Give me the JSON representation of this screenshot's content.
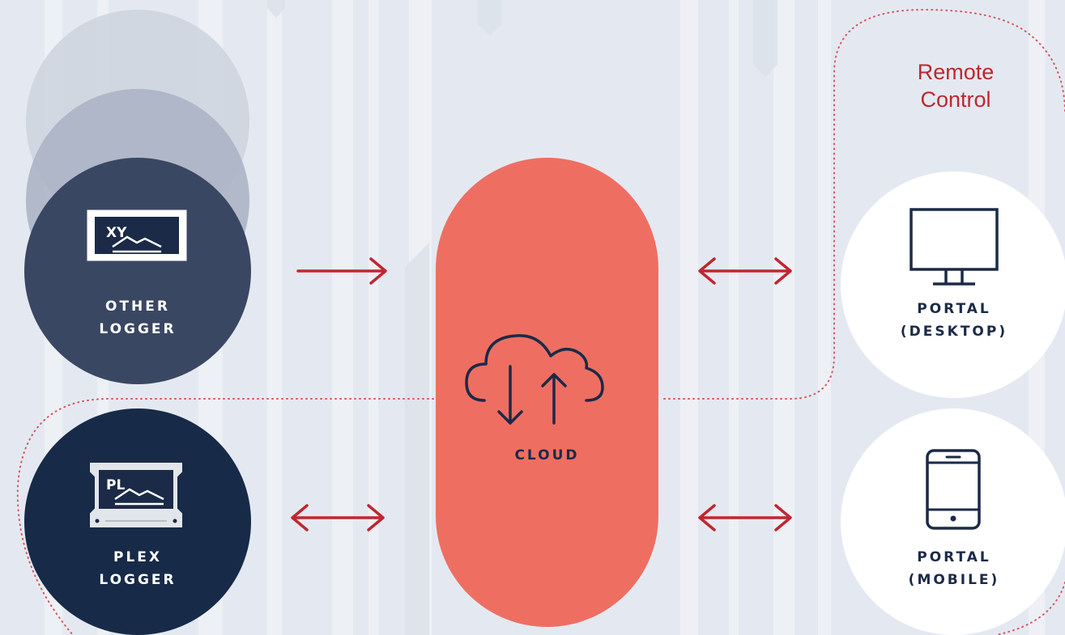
{
  "diagram": {
    "remote_label": "Remote\nControl",
    "nodes": {
      "other_logger": {
        "label": "OTHER\nLOGGER",
        "badge": "XY",
        "icon": "logger-monitor-icon"
      },
      "plex_logger": {
        "label": "PLEX\nLOGGER",
        "badge": "PL",
        "icon": "plex-logger-device-icon"
      },
      "cloud": {
        "label": "CLOUD",
        "icon": "cloud-sync-icon"
      },
      "portal_desktop": {
        "label": "PORTAL\n(DESKTOP)",
        "icon": "desktop-monitor-icon"
      },
      "portal_mobile": {
        "label": "PORTAL\n(MOBILE)",
        "icon": "mobile-phone-icon"
      }
    },
    "connections": [
      {
        "from": "other_logger",
        "to": "cloud",
        "direction": "one-way"
      },
      {
        "from": "plex_logger",
        "to": "cloud",
        "direction": "two-way"
      },
      {
        "from": "cloud",
        "to": "portal_desktop",
        "direction": "two-way"
      },
      {
        "from": "cloud",
        "to": "portal_mobile",
        "direction": "two-way"
      }
    ],
    "colors": {
      "background": "#e4e9f1",
      "cloud": "#ef6e62",
      "other_logger": "#3a4763",
      "plex_logger": "#172a48",
      "portal": "#ffffff",
      "arrow": "#c0262f",
      "text_dark": "#1b2a47"
    }
  }
}
